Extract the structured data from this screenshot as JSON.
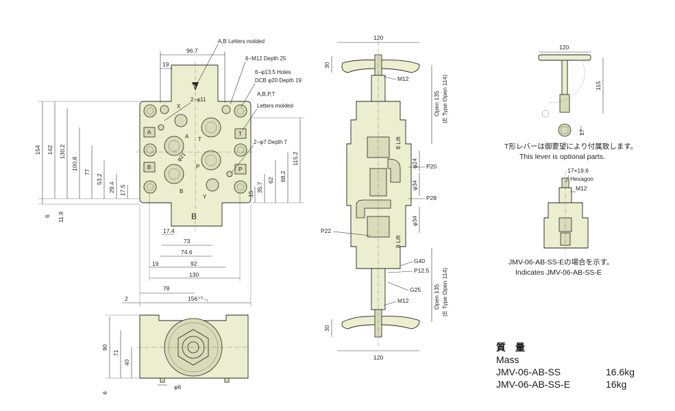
{
  "front_view": {
    "notes": {
      "ab_letters": "A,B Letters molded",
      "m12_depth": "6−M12 Depth 25",
      "holes": "6−φ13.5 Holes",
      "dcb": "DCB φ20 Depth 19",
      "abpt_letters_1": "A,B,P,T",
      "abpt_letters_2": "Letters molded",
      "phi11": "2−φ11",
      "phi7": "2−φ7 Depth 7",
      "phi21": "φ21"
    },
    "port_labels": {
      "x": "X",
      "a": "A",
      "t": "T",
      "p": "P",
      "b": "B",
      "y": "Y",
      "b_big": "B",
      "a_top": "A",
      "sq_a": "A",
      "sq_b": "B",
      "sq_t": "T",
      "sq_p": "P"
    },
    "dims_top": {
      "d967": "96.7",
      "d19": "19"
    },
    "dims_left": {
      "d154": "154",
      "d142": "142",
      "d1302": "130.2",
      "d1008": "100.8",
      "d77": "77",
      "d532": "53.2",
      "d294": "29.4",
      "d175": "17.5",
      "d6": "6",
      "d119": "11.9"
    },
    "dims_right": {
      "d1152": "115.2",
      "d682": "68.2",
      "d62": "62",
      "d357": "35.7",
      "d15": "15"
    },
    "dims_bottom": {
      "d174": "17.4",
      "d73": "73",
      "d746": "74.6",
      "d19": "19",
      "d92": "92",
      "d130": "130",
      "d78": "78",
      "d2": "2",
      "d156": "156⁺⁰₋₁"
    }
  },
  "bottom_view": {
    "dims": {
      "d90": "90",
      "d71": "71",
      "d40": "40",
      "d6": "6",
      "phi6": "φ6"
    }
  },
  "section_view": {
    "dims": {
      "w120_top": "120",
      "w120_bottom": "120",
      "h30_top": "30",
      "h30_bottom": "30",
      "m12_top": "M12",
      "m12_bottom": "M12",
      "open135_top": "Open 135",
      "etype_top": "(E Type Open 114)",
      "open135_bottom": "Open 135",
      "etype_bottom": "(E Type Open 114)",
      "lift_top": "8 Lift",
      "lift_bottom": "8 Lift",
      "phi24": "φ24",
      "phi34a": "φ34",
      "phi34b": "φ34",
      "p20": "P20",
      "p28": "P28",
      "p22": "P22",
      "g40": "G40",
      "p125": "P12.5",
      "g25": "G25"
    }
  },
  "lever_view": {
    "dims": {
      "w120": "120",
      "h115": "115",
      "d17": "17"
    },
    "caption_jp": "T形レバーは御要望により付属致します。",
    "caption_en": "This lever is optional parts."
  },
  "e_type_view": {
    "dims": {
      "hex": "17×19.6",
      "hex_label": "Hexagon",
      "m12": "M12"
    },
    "caption_jp": "JMV-06-AB-SS-Eの場合を示す。",
    "caption_en": "Indicates JMV-06-AB-SS-E"
  },
  "mass": {
    "title_jp": "質　量",
    "title_en": "Mass",
    "rows": [
      {
        "model": "JMV-06-AB-SS",
        "value": "16.6kg"
      },
      {
        "model": "JMV-06-AB-SS-E",
        "value": "16kg"
      }
    ]
  },
  "colors": {
    "body_fill": "#ecefcf",
    "line": "#222222"
  }
}
